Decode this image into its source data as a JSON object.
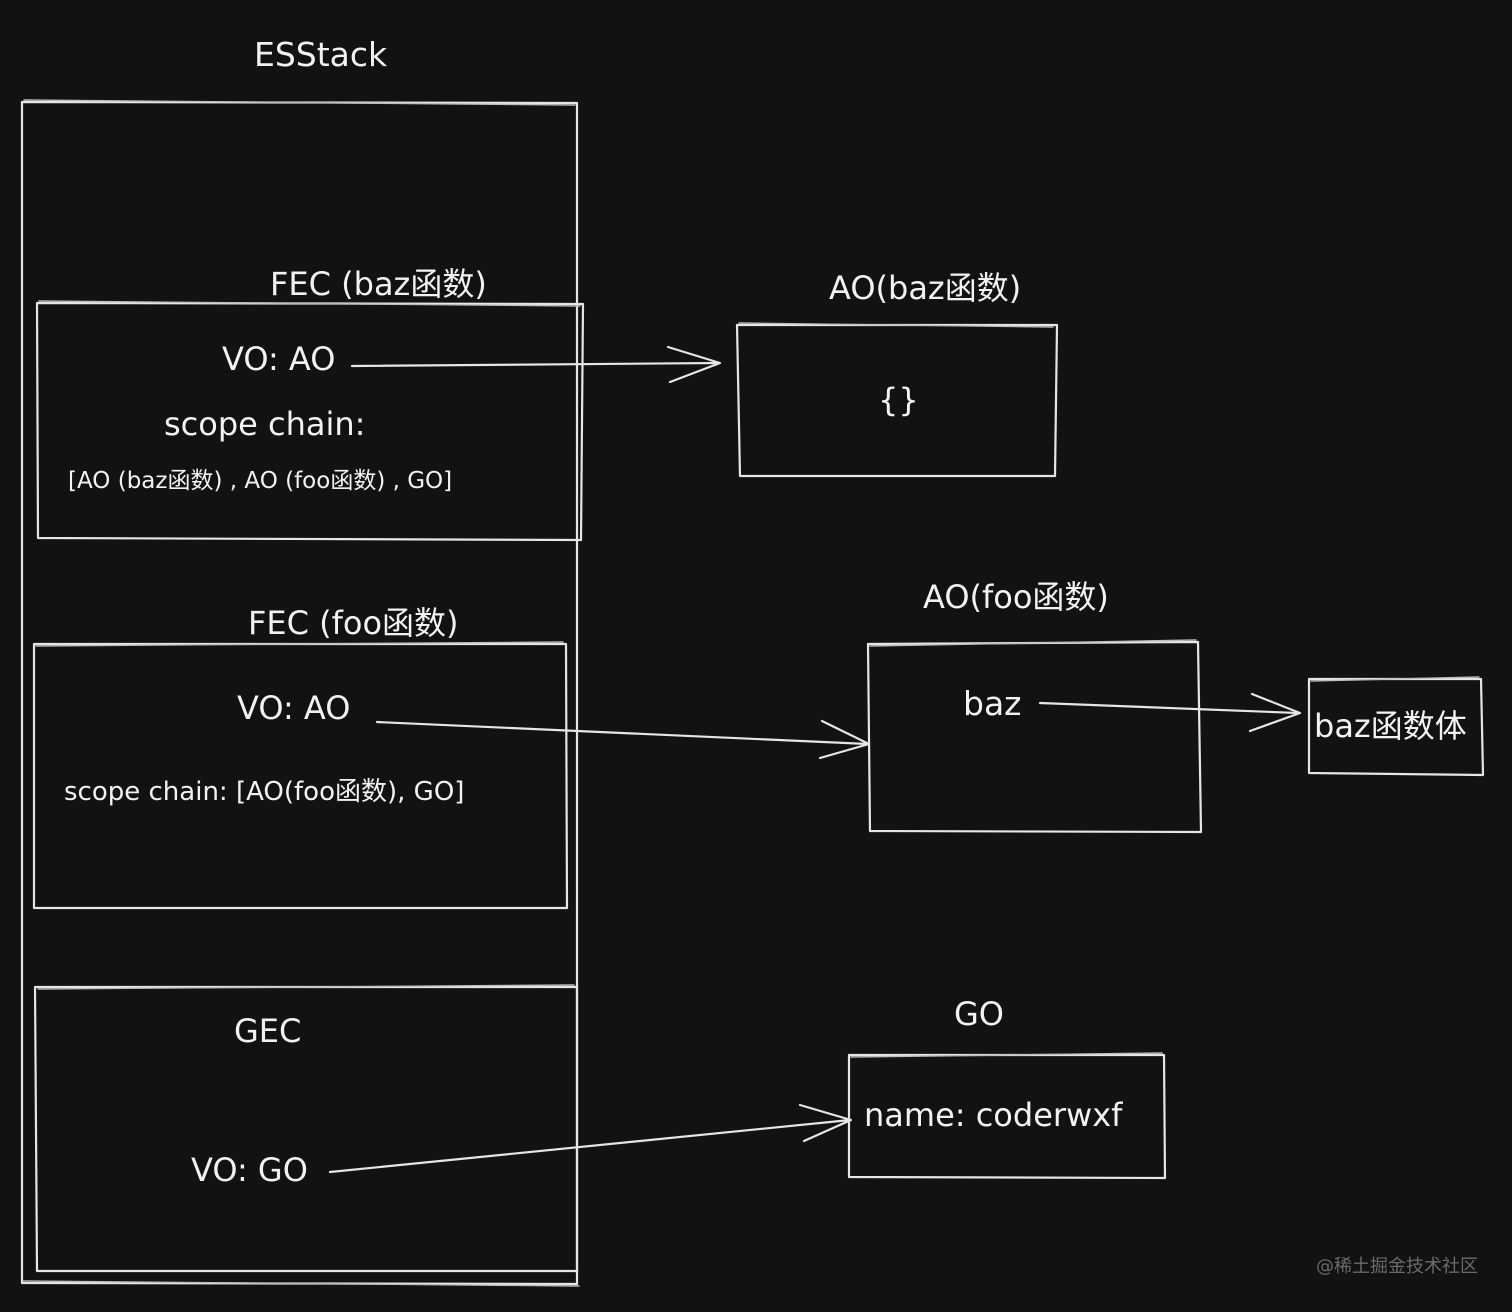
{
  "stack": {
    "title": "ESStack",
    "fec_baz": {
      "title": "FEC (baz函数)",
      "vo": "VO: AO",
      "scope_label": "scope chain:",
      "scope_value": "[AO (baz函数) , AO (foo函数) , GO]"
    },
    "fec_foo": {
      "title": "FEC (foo函数)",
      "vo": "VO: AO",
      "scope": "scope chain: [AO(foo函数), GO]"
    },
    "gec": {
      "title": "GEC",
      "vo": "VO: GO"
    }
  },
  "ao_baz": {
    "title": "AO(baz函数)",
    "content": "{}"
  },
  "ao_foo": {
    "title": "AO(foo函数)",
    "content": "baz"
  },
  "baz_body": {
    "label": "baz函数体"
  },
  "go": {
    "title": "GO",
    "content": "name: coderwxf"
  },
  "watermark": "@稀土掘金技术社区",
  "colors": {
    "background": "#121212",
    "stroke": "#e6e6e6",
    "text": "#f2f2f2"
  }
}
